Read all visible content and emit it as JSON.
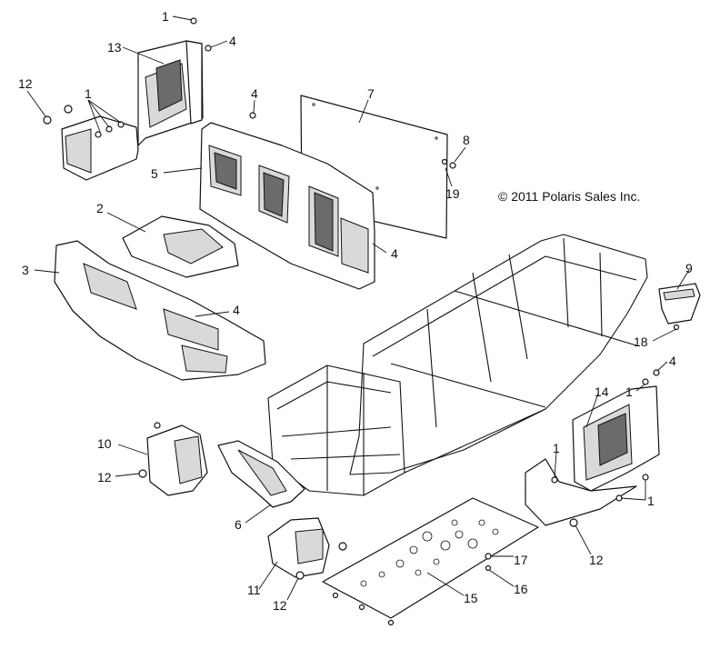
{
  "copyright": "© 2011 Polaris Sales Inc.",
  "callouts": [
    {
      "id": "c1a",
      "label": "1"
    },
    {
      "id": "c13",
      "label": "13"
    },
    {
      "id": "c4a",
      "label": "4"
    },
    {
      "id": "c12a",
      "label": "12"
    },
    {
      "id": "c1b",
      "label": "1"
    },
    {
      "id": "c4b",
      "label": "4"
    },
    {
      "id": "c7",
      "label": "7"
    },
    {
      "id": "c5",
      "label": "5"
    },
    {
      "id": "c8",
      "label": "8"
    },
    {
      "id": "c19",
      "label": "19"
    },
    {
      "id": "c2",
      "label": "2"
    },
    {
      "id": "c4c",
      "label": "4"
    },
    {
      "id": "c3",
      "label": "3"
    },
    {
      "id": "c4d",
      "label": "4"
    },
    {
      "id": "c9",
      "label": "9"
    },
    {
      "id": "c18",
      "label": "18"
    },
    {
      "id": "c1c",
      "label": "1"
    },
    {
      "id": "c4e",
      "label": "4"
    },
    {
      "id": "c14",
      "label": "14"
    },
    {
      "id": "c10",
      "label": "10"
    },
    {
      "id": "c12b",
      "label": "12"
    },
    {
      "id": "c1d",
      "label": "1"
    },
    {
      "id": "c1e",
      "label": "1"
    },
    {
      "id": "c6",
      "label": "6"
    },
    {
      "id": "c12c",
      "label": "12"
    },
    {
      "id": "c17",
      "label": "17"
    },
    {
      "id": "c16",
      "label": "16"
    },
    {
      "id": "c11",
      "label": "11"
    },
    {
      "id": "c15",
      "label": "15"
    },
    {
      "id": "c12d",
      "label": "12"
    }
  ]
}
